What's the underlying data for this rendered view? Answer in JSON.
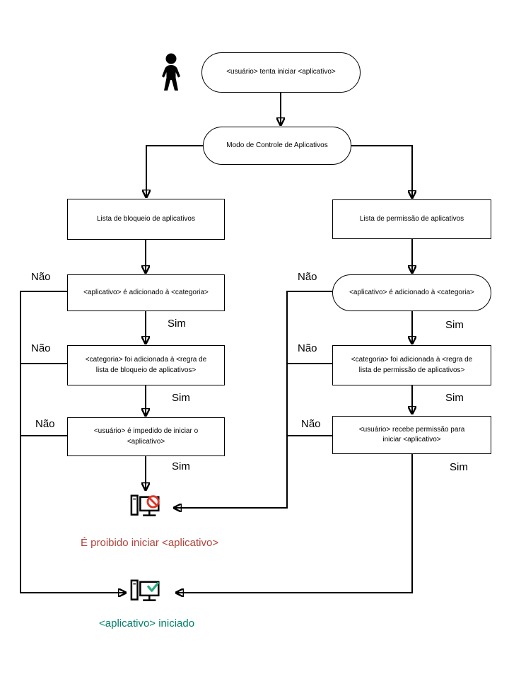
{
  "labels": {
    "yes": "Sim",
    "no": "Não"
  },
  "nodes": {
    "start": "<usuário> tenta iniciar <aplicativo>",
    "mode": "Modo de Controle de Aplicativos",
    "block_list": "Lista de bloqueio de aplicativos",
    "allow_list": "Lista de permissão de aplicativos",
    "block_step1": "<aplicativo> é adicionado à <categoria>",
    "block_step2": "<categoria> foi adicionada à <regra de lista de bloqueio de aplicativos>",
    "block_step3": "<usuário> é impedido de iniciar o <aplicativo>",
    "allow_step1": "<aplicativo> é adicionado à <categoria>",
    "allow_step2": "<categoria> foi adicionada à <regra de lista de permissão de aplicativos>",
    "allow_step3": "<usuário> recebe permissão para iniciar <aplicativo>"
  },
  "results": {
    "denied": "É proibido iniciar <aplicativo>",
    "allowed": "<aplicativo> iniciado"
  },
  "colors": {
    "denied_text": "#b2423a",
    "allowed_text": "#00816b",
    "denied_icon": "#e03427",
    "allowed_icon": "#2dab7e",
    "line": "#000000"
  },
  "icons": {
    "user": "user-icon",
    "blocked": "computer-blocked-icon",
    "started": "computer-started-icon"
  }
}
